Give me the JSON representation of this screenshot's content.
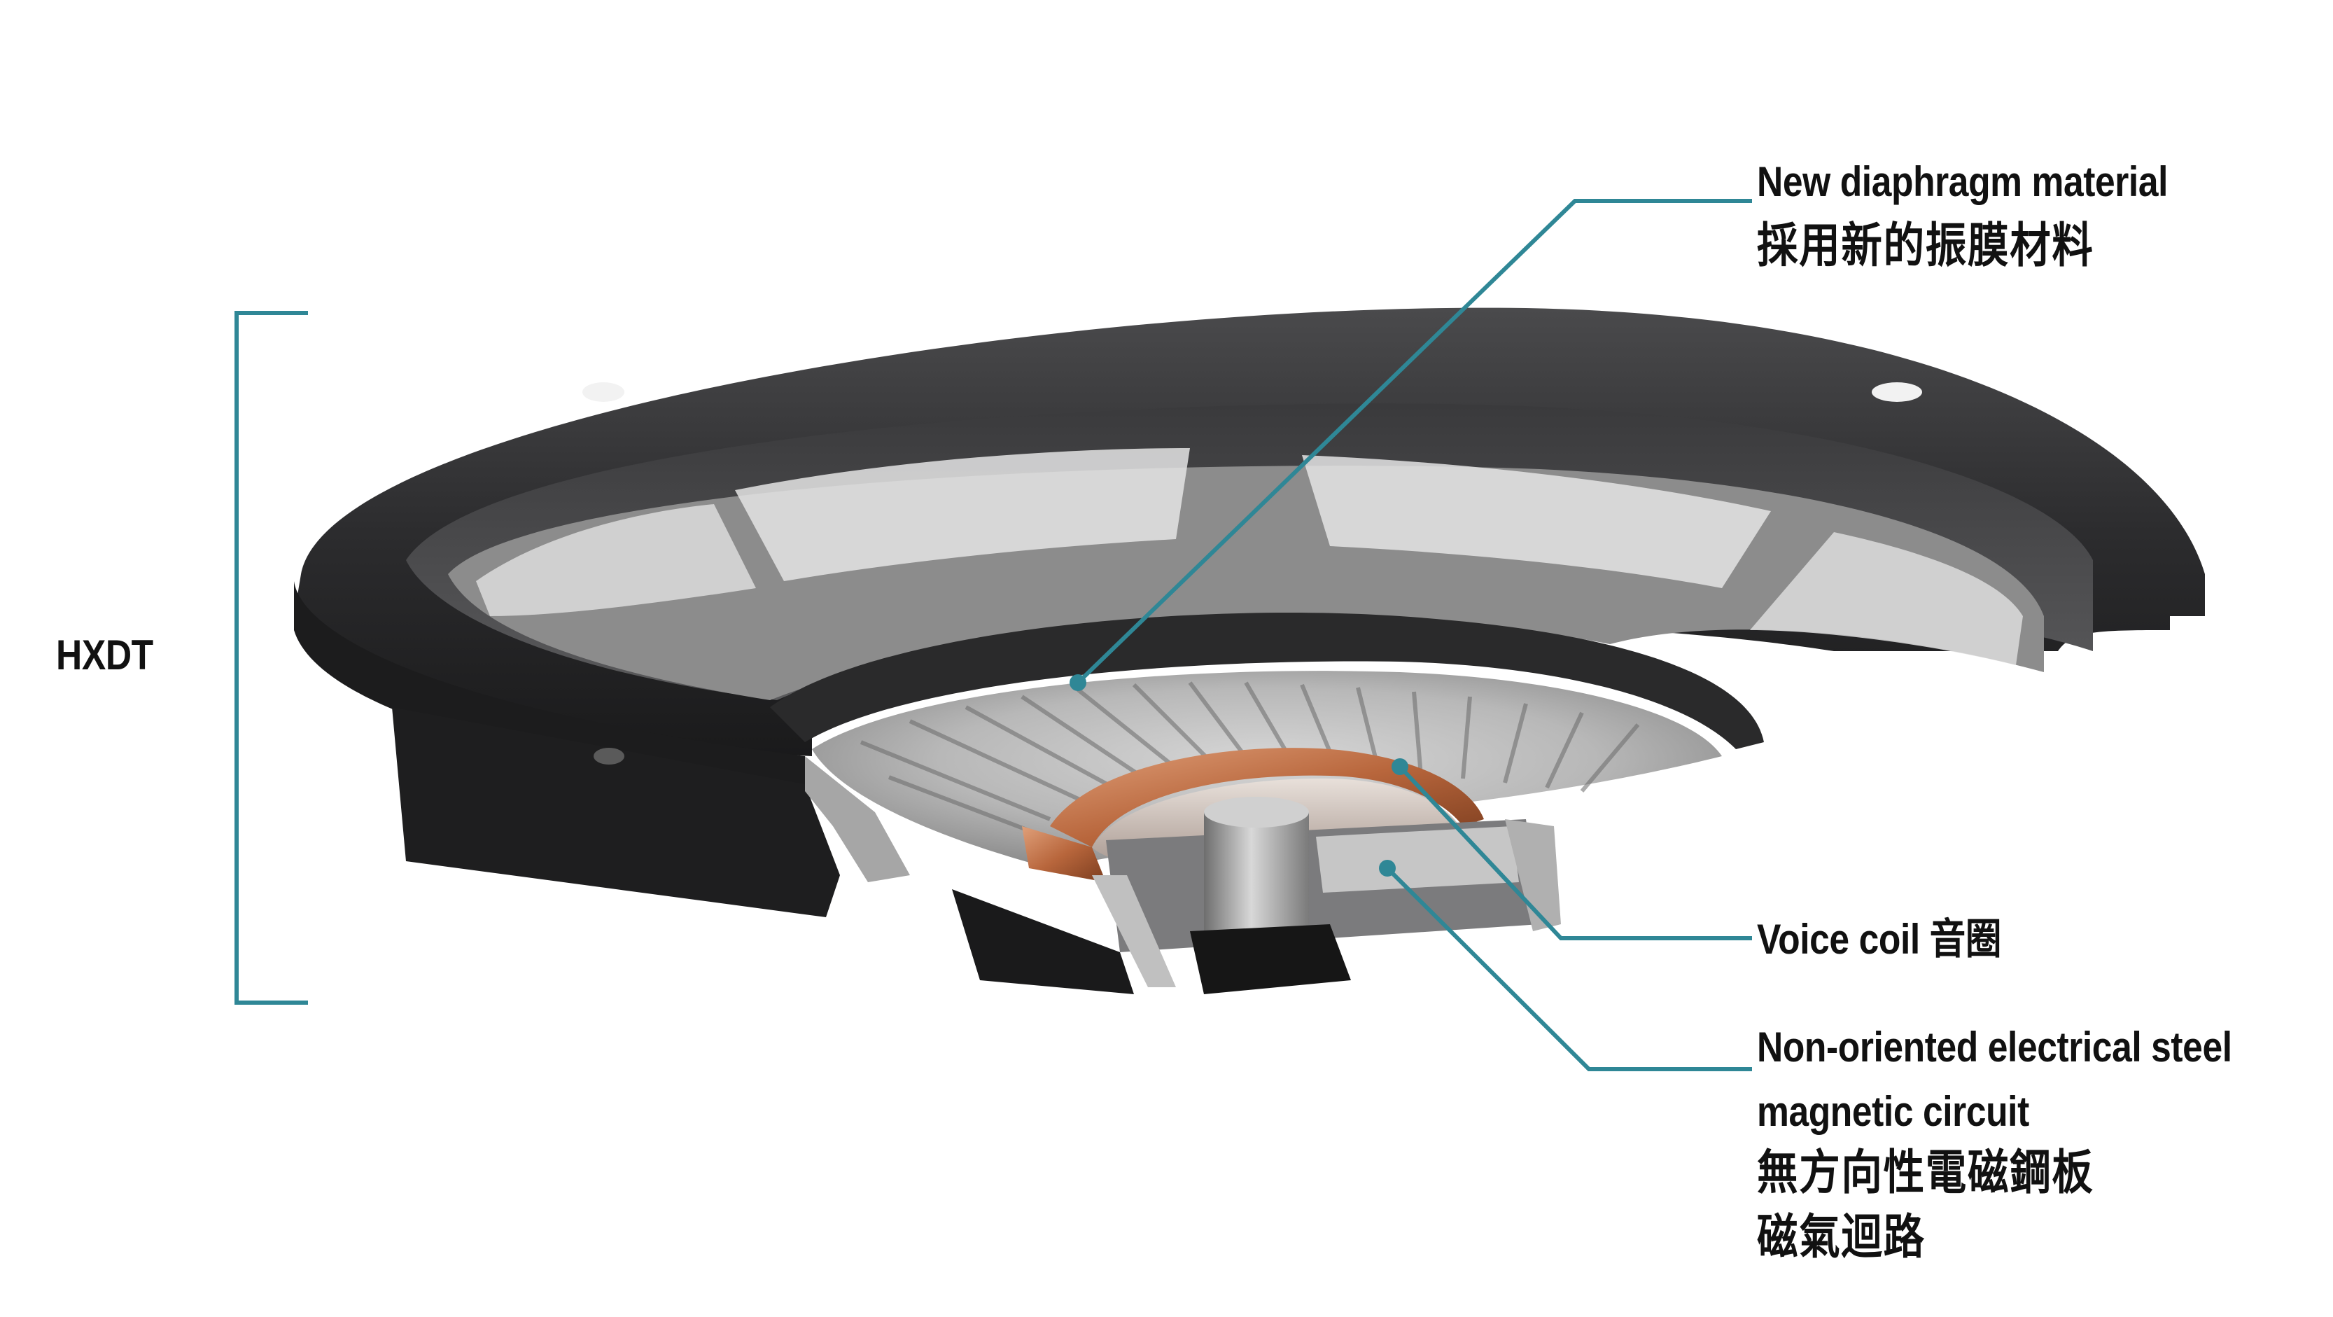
{
  "colors": {
    "callout_line": "#2f8796",
    "frame_dark": "#2a2a2c",
    "frame_mid": "#3b3b3d",
    "diaphragm": "#b9b9b9",
    "copper": "#b8663c",
    "steel": "#9a9a9a",
    "text": "#111111"
  },
  "height_label": "HXDT",
  "callouts": {
    "diaphragm": {
      "en": "New diaphragm material",
      "zh": "採用新的振膜材料"
    },
    "voice_coil": {
      "text": "Voice coil 音圈"
    },
    "magnetic_circuit": {
      "en_line1": "Non-oriented electrical steel",
      "en_line2": "magnetic circuit",
      "zh_line1": "無方向性電磁鋼板",
      "zh_line2": "磁氣迴路"
    }
  }
}
